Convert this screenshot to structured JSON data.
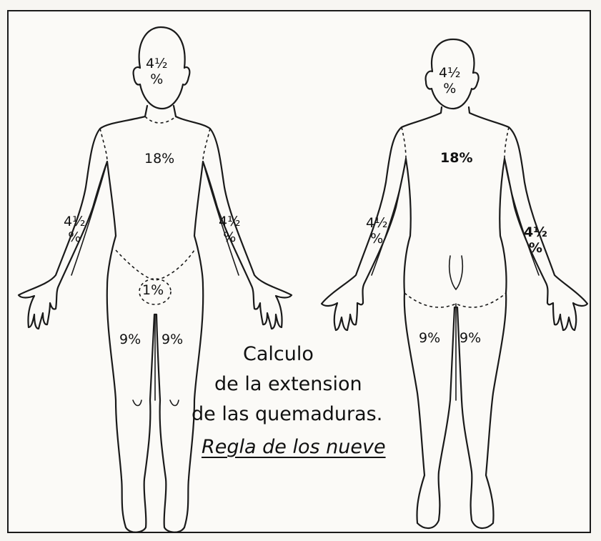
{
  "labels": {
    "front": {
      "head": "4½\n%",
      "trunk": "18%",
      "arm_left": "4½\n%",
      "arm_right": "4½\n%",
      "genital": "1%",
      "leg_left": "9%",
      "leg_right": "9%"
    },
    "back": {
      "head": "4½\n%",
      "trunk": "18%",
      "arm_left": "4½\n%",
      "arm_right": "4½\n%",
      "leg_left": "9%",
      "leg_right": "9%"
    }
  },
  "caption": {
    "line1": "Calculo",
    "line2": "de la extension",
    "line3": "de las quemaduras.",
    "line4": "Regla de los nueve"
  }
}
